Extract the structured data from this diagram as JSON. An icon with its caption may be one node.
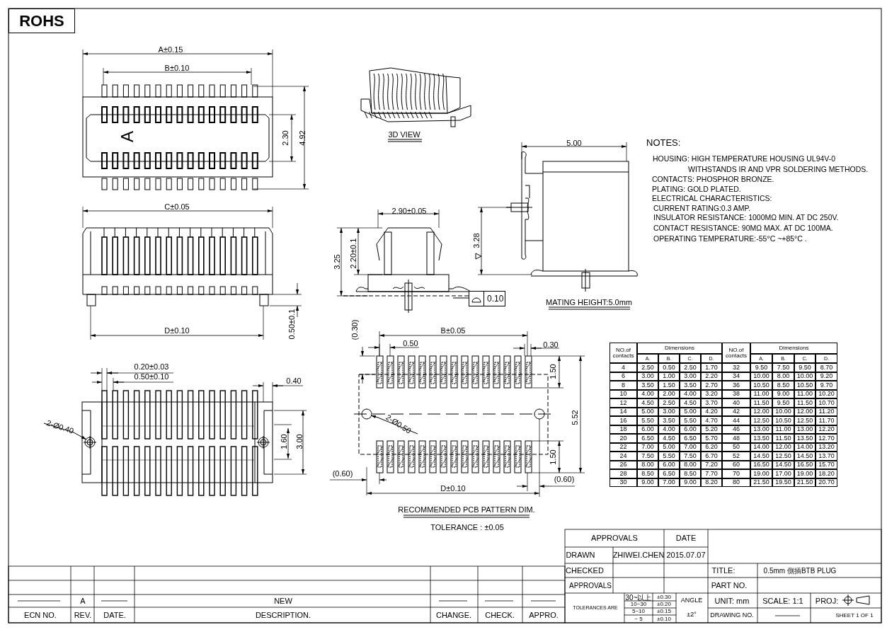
{
  "diagram": {
    "nodes": [
      {
        "text": [
          "ROHS"
        ]
      },
      {
        "text": [
          "0.10"
        ]
      }
    ],
    "labels": [
      "A±0.15",
      "B±0.10",
      "A",
      "2.30",
      "4.92",
      "3D VIEW",
      "5.00",
      "NOTES:",
      "HOUSING: HIGH TEMPERATURE HOUSING UL94V-0",
      "WITHSTANDS IR AND VPR SOLDERING METHODS.",
      "CONTACTS: PHOSPHOR BRONZE.",
      "PLATING: GOLD PLATED.",
      "ELECTRICAL CHARACTERISTICS:",
      "CURRENT RATING:0.3 AMP.",
      "INSULATOR RESISTANCE: 1000MΩ MIN. AT DC 250V.",
      "CONTACT RESISTANCE: 90MΩ MAX. AT DC 100MA.",
      "OPERATING TEMPERATURE:-55°C ~+85°C .",
      "C±0.05",
      "2.90±0.05",
      "3.25",
      "2.20±0.1",
      "3.28",
      "MATING HEIGHT:5.0mm",
      "D±0.10",
      "0.50±0.1",
      "(0.30)",
      "B±0.05",
      "0.50",
      "0.30",
      "0.20±0.03",
      "0.50±0.10",
      "0.40",
      "2-Ø0.40",
      "1.50",
      "2-Ø0.50",
      "5.52",
      "1.60",
      "3.00",
      "1.50",
      "(0.60)",
      "(0.60)",
      "D±0.10",
      "RECOMMENDED PCB PATTERN DIM.",
      "TOLERANCE : ±0.05",
      "NO.of contacts",
      "Dimensions",
      "NO.of contacts",
      "Dimensions",
      "A.",
      "B.",
      "C.",
      "D.",
      "A.",
      "B.",
      "C.",
      "D.",
      "4",
      "2.50",
      "0.50",
      "2.50",
      "1.70",
      "32",
      "9.50",
      "7.50",
      "9.50",
      "8.70",
      "6",
      "3.00",
      "1.00",
      "3.00",
      "2.20",
      "34",
      "10.00",
      "8.00",
      "10.00",
      "9.20",
      "8",
      "3.50",
      "1.50",
      "3.50",
      "2.70",
      "36",
      "10.50",
      "8.50",
      "10.50",
      "9.70",
      "10",
      "4.00",
      "2.00",
      "4.00",
      "3.20",
      "38",
      "11.00",
      "9.00",
      "11.00",
      "10.20",
      "12",
      "4.50",
      "2.50",
      "4.50",
      "3.70",
      "40",
      "11.50",
      "9.50",
      "11.50",
      "10.70",
      "14",
      "5.00",
      "3.00",
      "5.00",
      "4.20",
      "42",
      "12.00",
      "10.00",
      "12.00",
      "11.20",
      "16",
      "5.50",
      "3.50",
      "5.50",
      "4.70",
      "44",
      "12.50",
      "10.50",
      "12.50",
      "11.70",
      "18",
      "6.00",
      "4.00",
      "6.00",
      "5.20",
      "46",
      "13.00",
      "11.00",
      "13.00",
      "12.20",
      "20",
      "6.50",
      "4.50",
      "6.50",
      "5.70",
      "48",
      "13.50",
      "11.50",
      "13.50",
      "12.70",
      "22",
      "7.00",
      "5.00",
      "7.00",
      "6.20",
      "50",
      "14.00",
      "12.00",
      "14.00",
      "13.20",
      "24",
      "7.50",
      "5.50",
      "7.50",
      "6.70",
      "52",
      "14.50",
      "12.50",
      "14.50",
      "13.70",
      "26",
      "8.00",
      "6.00",
      "8.00",
      "7.20",
      "60",
      "16.50",
      "14.50",
      "16.50",
      "15.70",
      "28",
      "8.50",
      "6.50",
      "8.50",
      "7.70",
      "70",
      "19.00",
      "17.00",
      "19.00",
      "18.20",
      "30",
      "9.00",
      "7.00",
      "9.00",
      "8.20",
      "80",
      "21.50",
      "19.50",
      "21.50",
      "20.70",
      "APPROVALS",
      "DATE",
      "DRAWN",
      "ZHIWEI.CHEN",
      "2015.07.07",
      "CHECKED",
      "TITLE:",
      "0.5mm 側插BTB PLUG",
      "APPROVALS",
      "PART NO.",
      "TOLERANCES ARE",
      "30~以上",
      "±0.30",
      "ANGLE",
      "10~30",
      "±0.20",
      "5~10",
      "±0.15",
      "±2°",
      "~ 5",
      "±0.10",
      "UNIT: mm",
      "SCALE: 1:1",
      "PROJ:",
      "DRAWING NO.",
      "SHEET 1 OF 1",
      "A",
      "NEW",
      "ECN NO.",
      "REV.",
      "DATE.",
      "DESCRIPTION.",
      "CHANGE.",
      "CHECK.",
      "APPRO."
    ]
  }
}
